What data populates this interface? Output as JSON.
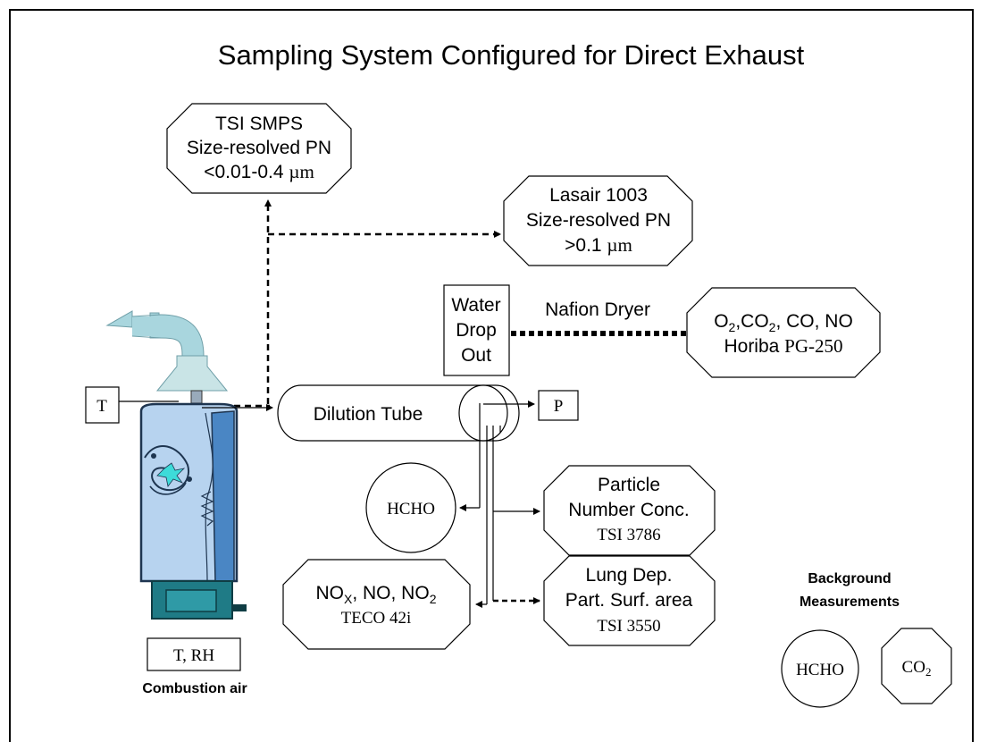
{
  "title": "Sampling System Configured for Direct Exhaust",
  "smps": {
    "line1": "TSI SMPS",
    "line2": "Size-resolved PN",
    "line3_prefix": "<0.01-0.4 ",
    "line3_unit": "µm"
  },
  "lasair": {
    "line1": "Lasair 1003",
    "line2": "Size-resolved PN",
    "line3_prefix": ">0.1 ",
    "line3_unit": "µm"
  },
  "water_dropout": {
    "line1": "Water",
    "line2": "Drop",
    "line3": "Out"
  },
  "nafion_label": "Nafion Dryer",
  "horiba": {
    "o": "O",
    "sub2": "2",
    "co_part": ",CO",
    "rest": ", CO, NO",
    "line2_prefix": "Horiba ",
    "line2_model": "PG-250"
  },
  "t_label": "T",
  "p_label": "P",
  "dilution_label": "Dilution Tube",
  "hcho_label": "HCHO",
  "particle": {
    "line1": "Particle",
    "line2": "Number Conc.",
    "line3": "TSI 3786"
  },
  "lung": {
    "line1": "Lung Dep.",
    "line2": "Part. Surf. area",
    "line3": "TSI 3550"
  },
  "nox": {
    "no": "NO",
    "subx": "X",
    "rest1": ", NO, NO",
    "sub2": "2",
    "line2": "TECO 42i"
  },
  "t_rh_label": "T, RH",
  "combustion_label": "Combustion air",
  "background": {
    "line1": "Background",
    "line2": "Measurements",
    "hcho": "HCHO",
    "co": "CO",
    "co_sub": "2"
  },
  "colors": {
    "heater_body": "#b7d3ef",
    "heater_dark": "#4a86c4",
    "base": "#1f7b86",
    "hood": "#c9e4e6",
    "arrow": "#a9d6de",
    "spark": "#3ddbd9"
  }
}
